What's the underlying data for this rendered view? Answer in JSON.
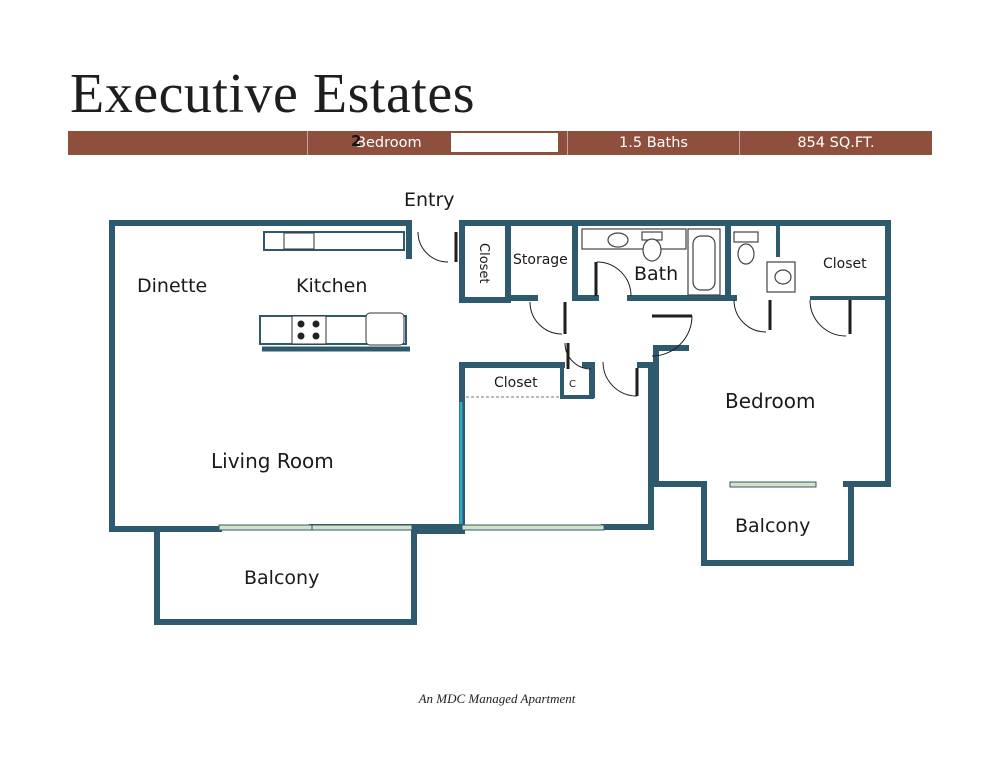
{
  "header": {
    "title": "Executive Estates"
  },
  "info_bar": {
    "bedroom_count": "2",
    "bedroom_label": "Bedroom",
    "baths_label": "1.5 Baths",
    "sqft_label": "854 SQ.FT."
  },
  "rooms": {
    "entry": "Entry",
    "dinette": "Dinette",
    "kitchen": "Kitchen",
    "closet_entry": "Closet",
    "storage": "Storage",
    "bath": "Bath",
    "closet_bedroom": "Closet",
    "closet_hall": "Closet",
    "closet_small": "C",
    "bedroom": "Bedroom",
    "living_room": "Living Room",
    "balcony_living": "Balcony",
    "balcony_bedroom": "Balcony"
  },
  "footer": {
    "text": "An MDC Managed  Apartment"
  },
  "colors": {
    "wall": "#2e5a6e",
    "bar": "#8e4f3c",
    "window": "#c9d9c0",
    "glass": "#2fa8c8"
  }
}
